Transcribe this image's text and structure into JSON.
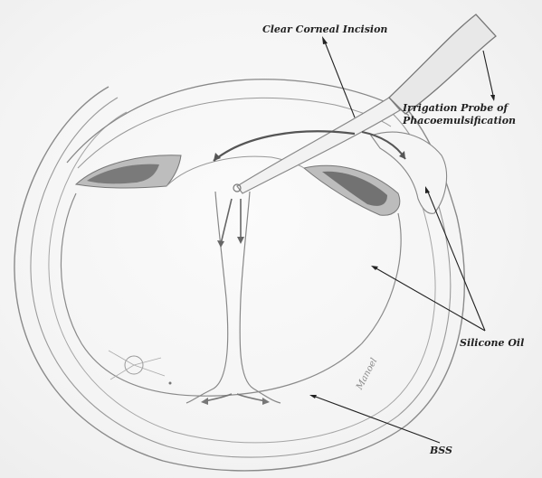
{
  "labels": {
    "incision": "Clear Corneal Incision",
    "probe_line1": "Irrigation Probe of",
    "probe_line2": "Phacoemulsification",
    "oil": "Silicone Oil",
    "bss": "BSS"
  },
  "signature": "Manoel",
  "colors": {
    "pencil": "#7a7a7a",
    "shade": "#6f6f6f",
    "arrow": "#222222",
    "flow_arrow": "#555555"
  }
}
